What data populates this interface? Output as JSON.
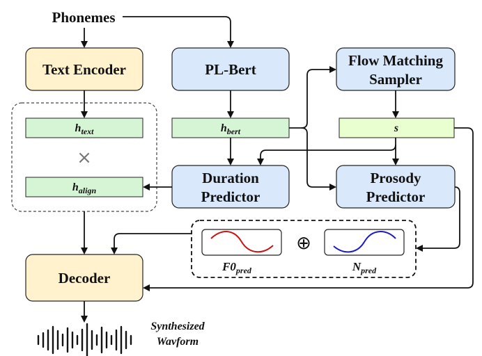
{
  "inputs": {
    "phonemes": "Phonemes"
  },
  "modules": {
    "text_encoder": "Text Encoder",
    "pl_bert": "PL-Bert",
    "flow_matching": [
      "Flow Matching",
      "Sampler"
    ],
    "duration_predictor": [
      "Duration",
      "Predictor"
    ],
    "prosody_predictor": [
      "Prosody",
      "Predictor"
    ],
    "decoder": "Decoder"
  },
  "embeddings": {
    "h_text": {
      "base": "h",
      "sub": "text"
    },
    "h_bert": {
      "base": "h",
      "sub": "bert"
    },
    "h_align": {
      "base": "h",
      "sub": "align"
    },
    "s": "s"
  },
  "symbols": {
    "times": "×",
    "plus": "⊕"
  },
  "prosody_outputs": {
    "f0": {
      "base": "F0",
      "sub": "pred",
      "color": "#cc1111"
    },
    "n": {
      "base": "N",
      "sub": "pred",
      "color": "#1a1acc"
    }
  },
  "output": {
    "caption": [
      "Synthesized",
      "Wavform"
    ]
  },
  "colors": {
    "yellow_box": "#fff2cc",
    "blue_box": "#dae8fc",
    "green_bar": "#d5f5d5",
    "lime_bar": "#eaffd0",
    "stroke": "#222222"
  }
}
